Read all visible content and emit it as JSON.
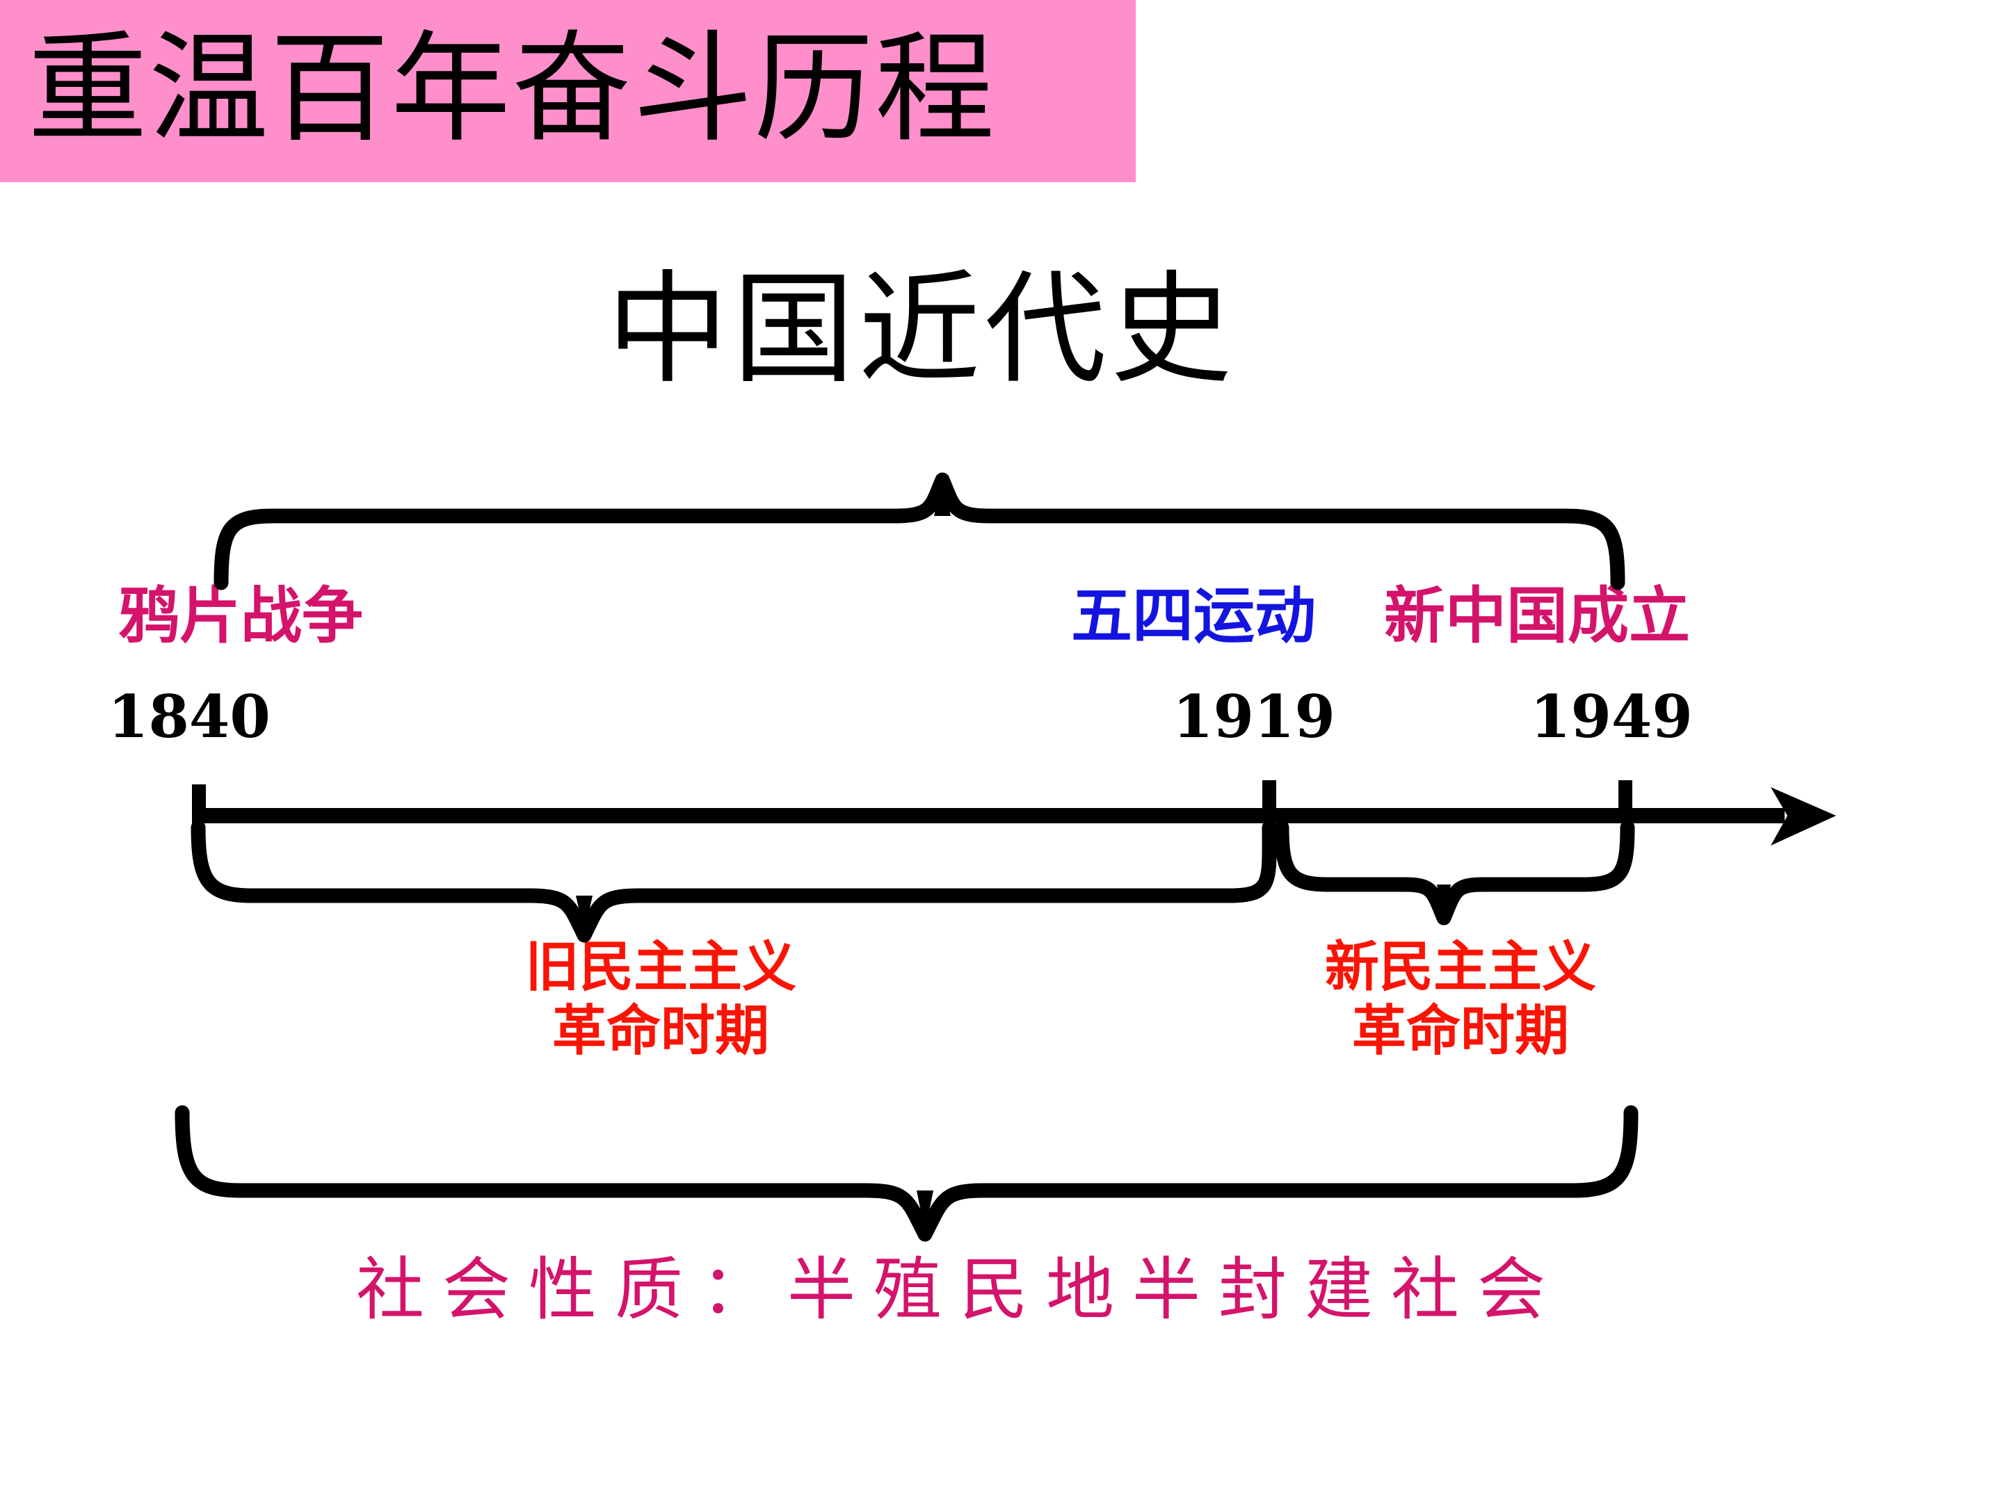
{
  "banner": {
    "title": "重温百年奋斗历程",
    "background_color": "#ff8fca",
    "text_color": "#000000"
  },
  "heading": {
    "text": "中国近代史"
  },
  "timeline": {
    "axis": {
      "direction": "left-to-right-arrow",
      "tick_years": [
        "1840",
        "1919",
        "1949"
      ]
    },
    "events": [
      {
        "name": "鸦片战争",
        "year": "1840",
        "color": "#d4136b"
      },
      {
        "name": "五四运动",
        "year": "1919",
        "color": "#1414e0"
      },
      {
        "name": "新中国成立",
        "year": "1949",
        "color": "#d4136b"
      }
    ],
    "top_brace_label": "中国近代史",
    "periods": [
      {
        "line1": "旧民主主义",
        "line2": "革命时期",
        "range": "1840-1919",
        "color": "#fa1405"
      },
      {
        "line1": "新民主主义",
        "line2": "革命时期",
        "range": "1919-1949",
        "color": "#fa1405"
      }
    ]
  },
  "footer": {
    "society_nature": "社会性质：半殖民地半封建社会",
    "color": "#d4136b"
  },
  "icons": {
    "arrow_right": "right-arrow-icon",
    "brace_top": "curly-brace-up-icon",
    "brace_old_period": "curly-brace-down-icon",
    "brace_new_period": "curly-brace-down-icon",
    "brace_society": "curly-brace-down-icon"
  }
}
